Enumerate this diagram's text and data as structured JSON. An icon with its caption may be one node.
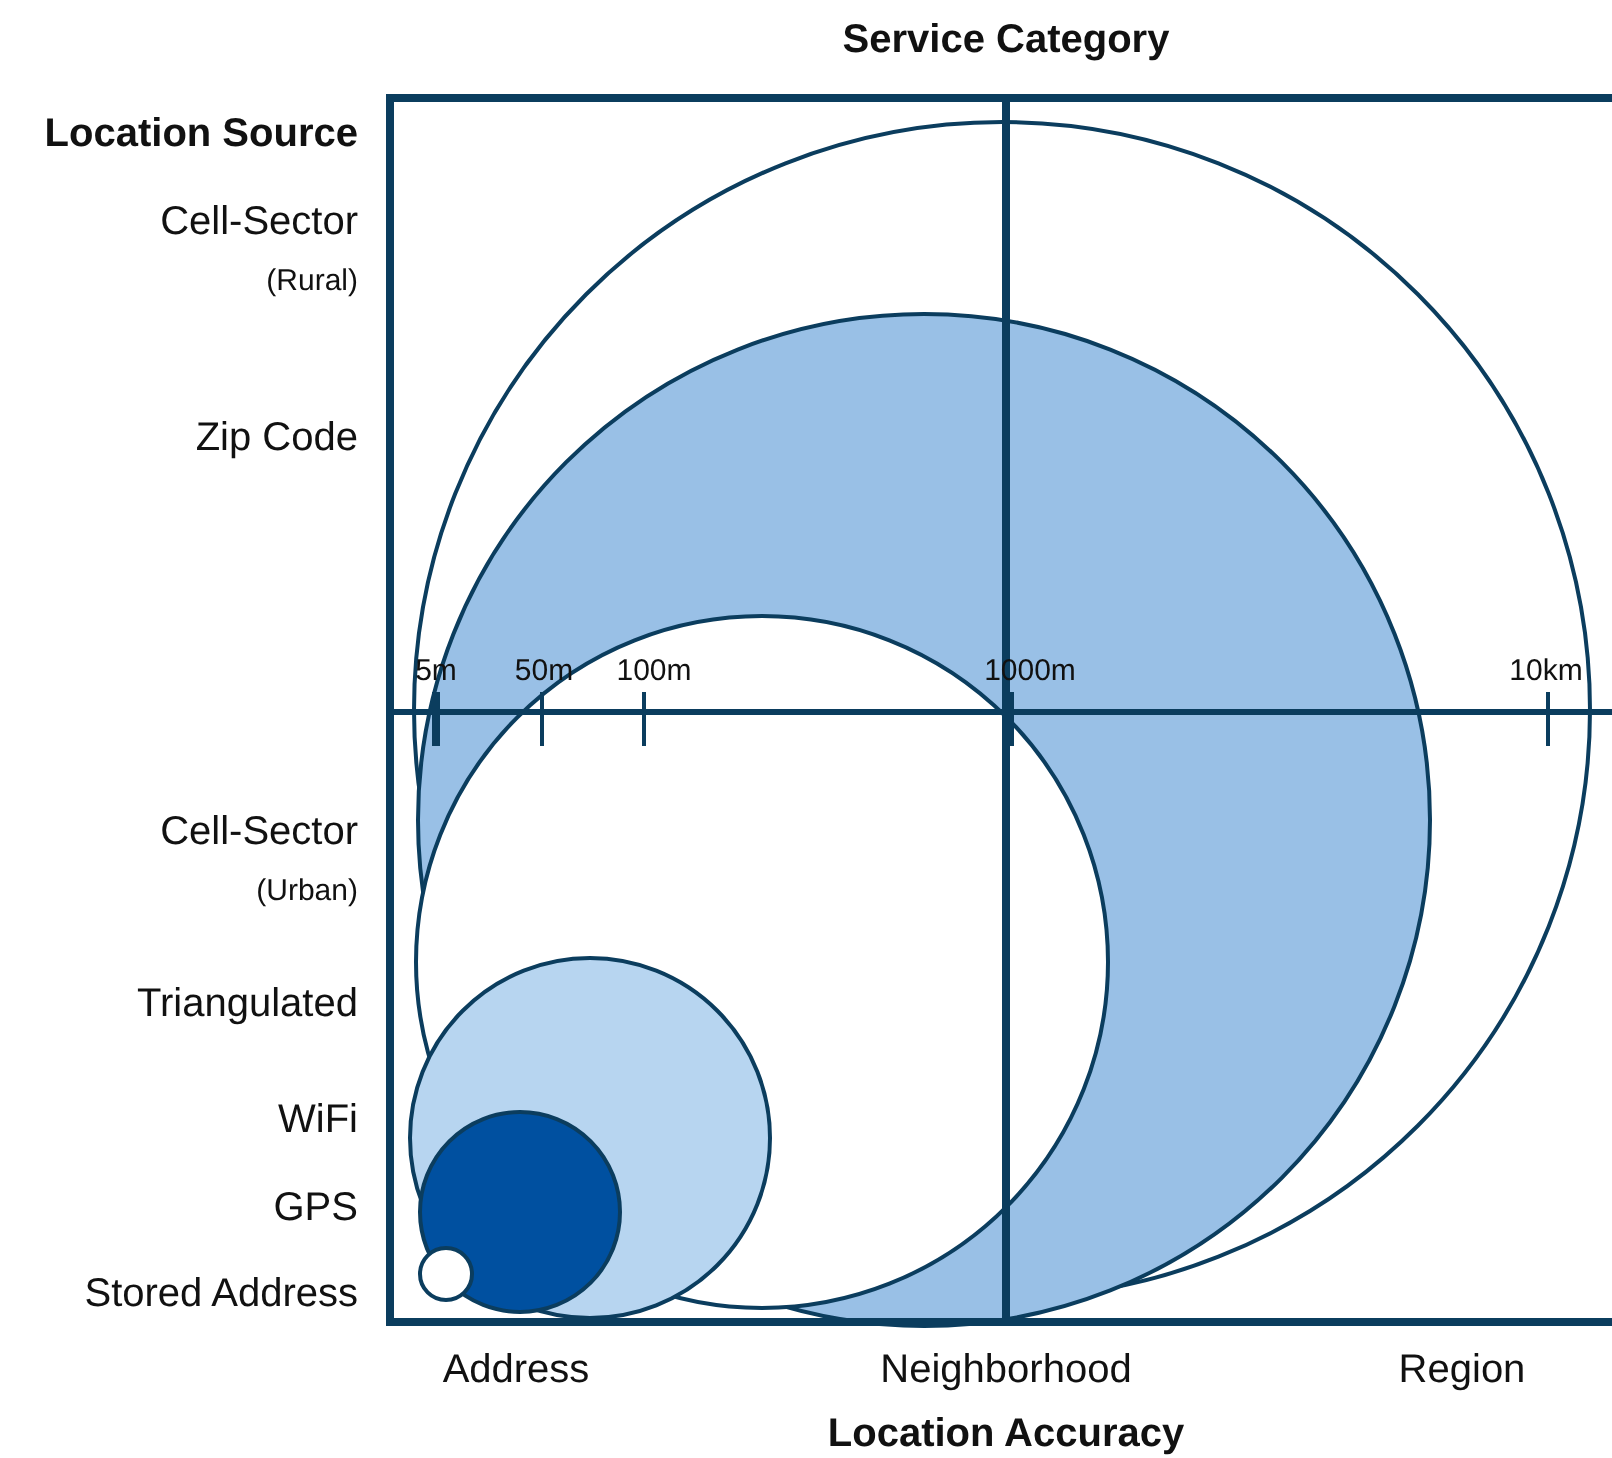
{
  "diagram": {
    "labels": [
      "Service Category",
      "Location Source",
      "Cell-Sector",
      "(Rural)",
      "Zip Code",
      "5m",
      "50m",
      "100m",
      "1000m",
      "10km",
      "Cell-Sector",
      "(Urban)",
      "Triangulated",
      "WiFi",
      "GPS",
      "Stored Address",
      "Address",
      "Neighborhood",
      "Region",
      "Location Accuracy"
    ]
  }
}
